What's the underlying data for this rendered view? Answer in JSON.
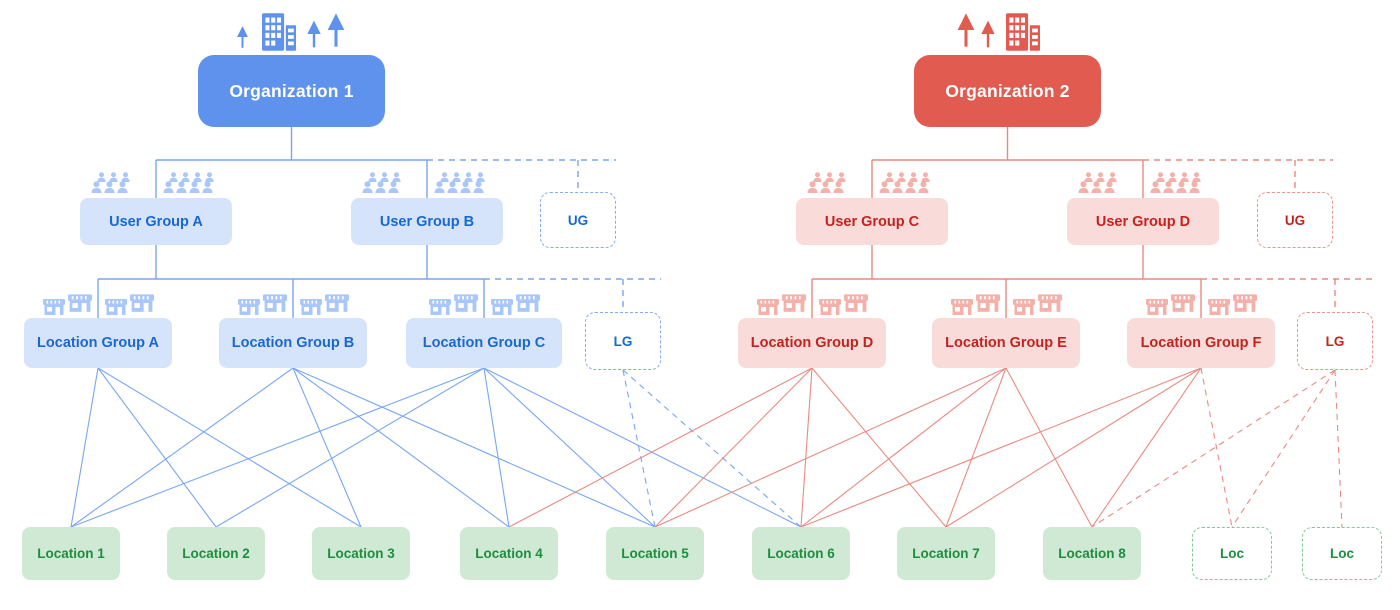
{
  "colors": {
    "blue": "#5E92EC",
    "blue_box": "#D6E4FB",
    "blue_text": "#1967D2",
    "blue_light": "#A9C7F8",
    "blue_line": "#79A6F0",
    "blue_dash": "#85ABF2",
    "red": "#E25B50",
    "red_box": "#F9DCDA",
    "red_text": "#C5221F",
    "red_light": "#F4B1AA",
    "red_line": "#E98A81",
    "red_dash": "#EC938B",
    "green_box": "#CFE9D5",
    "green_text": "#1E8E3E",
    "green_border": "#82C995"
  },
  "org1": {
    "label": "Organization 1"
  },
  "org2": {
    "label": "Organization 2"
  },
  "user_groups": {
    "a": {
      "label": "User Group A"
    },
    "b": {
      "label": "User Group B"
    },
    "more_blue": {
      "label": "UG"
    },
    "c": {
      "label": "User Group C"
    },
    "d": {
      "label": "User Group D"
    },
    "more_red": {
      "label": "UG"
    }
  },
  "location_groups": {
    "a": {
      "label": "Location Group A"
    },
    "b": {
      "label": "Location Group B"
    },
    "c": {
      "label": "Location Group C"
    },
    "more_blue": {
      "label": "LG"
    },
    "d": {
      "label": "Location Group D"
    },
    "e": {
      "label": "Location Group E"
    },
    "f": {
      "label": "Location Group F"
    },
    "more_red": {
      "label": "LG"
    }
  },
  "locations": {
    "l1": {
      "label": "Location 1"
    },
    "l2": {
      "label": "Location 2"
    },
    "l3": {
      "label": "Location 3"
    },
    "l4": {
      "label": "Location 4"
    },
    "l5": {
      "label": "Location 5"
    },
    "l6": {
      "label": "Location 6"
    },
    "l7": {
      "label": "Location 7"
    },
    "l8": {
      "label": "Location 8"
    },
    "more1": {
      "label": "Loc"
    },
    "more2": {
      "label": "Loc"
    }
  },
  "edges": {
    "hierarchy": [
      {
        "parents": [
          "org1"
        ],
        "children": [
          "uga",
          "ugb"
        ],
        "dashed": [
          "ug_blue"
        ],
        "color": "blue"
      },
      {
        "parents": [
          "uga",
          "ugb"
        ],
        "children": [
          "lga",
          "lgb",
          "lgc"
        ],
        "dashed": [
          "lg_blue"
        ],
        "color": "blue"
      },
      {
        "parents": [
          "org2"
        ],
        "children": [
          "ugc",
          "ugd"
        ],
        "dashed": [
          "ug_red"
        ],
        "color": "red"
      },
      {
        "parents": [
          "ugc",
          "ugd"
        ],
        "children": [
          "lgd",
          "lge",
          "lgf"
        ],
        "dashed": [
          "lg_red"
        ],
        "color": "red"
      }
    ],
    "assignments": [
      {
        "from": "lga",
        "to": "loc1",
        "color": "blue",
        "style": "solid"
      },
      {
        "from": "lga",
        "to": "loc2",
        "color": "blue",
        "style": "solid"
      },
      {
        "from": "lga",
        "to": "loc3",
        "color": "blue",
        "style": "solid"
      },
      {
        "from": "lgb",
        "to": "loc1",
        "color": "blue",
        "style": "solid"
      },
      {
        "from": "lgb",
        "to": "loc3",
        "color": "blue",
        "style": "solid"
      },
      {
        "from": "lgb",
        "to": "loc4",
        "color": "blue",
        "style": "solid"
      },
      {
        "from": "lgb",
        "to": "loc5",
        "color": "blue",
        "style": "solid"
      },
      {
        "from": "lgc",
        "to": "loc1",
        "color": "blue",
        "style": "solid"
      },
      {
        "from": "lgc",
        "to": "loc2",
        "color": "blue",
        "style": "solid"
      },
      {
        "from": "lgc",
        "to": "loc4",
        "color": "blue",
        "style": "solid"
      },
      {
        "from": "lgc",
        "to": "loc5",
        "color": "blue",
        "style": "solid"
      },
      {
        "from": "lgc",
        "to": "loc6",
        "color": "blue",
        "style": "solid"
      },
      {
        "from": "lg_blue",
        "to": "loc5",
        "color": "blue",
        "style": "dashed"
      },
      {
        "from": "lg_blue",
        "to": "loc6",
        "color": "blue",
        "style": "dashed"
      },
      {
        "from": "lgd",
        "to": "loc4",
        "color": "red",
        "style": "solid"
      },
      {
        "from": "lgd",
        "to": "loc5",
        "color": "red",
        "style": "solid"
      },
      {
        "from": "lgd",
        "to": "loc6",
        "color": "red",
        "style": "solid"
      },
      {
        "from": "lgd",
        "to": "loc7",
        "color": "red",
        "style": "solid"
      },
      {
        "from": "lge",
        "to": "loc5",
        "color": "red",
        "style": "solid"
      },
      {
        "from": "lge",
        "to": "loc6",
        "color": "red",
        "style": "solid"
      },
      {
        "from": "lge",
        "to": "loc7",
        "color": "red",
        "style": "solid"
      },
      {
        "from": "lge",
        "to": "loc8",
        "color": "red",
        "style": "solid"
      },
      {
        "from": "lgf",
        "to": "loc6",
        "color": "red",
        "style": "solid"
      },
      {
        "from": "lgf",
        "to": "loc7",
        "color": "red",
        "style": "solid"
      },
      {
        "from": "lgf",
        "to": "loc8",
        "color": "red",
        "style": "solid"
      },
      {
        "from": "lgf",
        "to": "loc_d1",
        "color": "red",
        "style": "dashed"
      },
      {
        "from": "lg_red",
        "to": "loc8",
        "color": "red",
        "style": "dashed"
      },
      {
        "from": "lg_red",
        "to": "loc_d1",
        "color": "red",
        "style": "dashed"
      },
      {
        "from": "lg_red",
        "to": "loc_d2",
        "color": "red",
        "style": "dashed"
      }
    ]
  }
}
